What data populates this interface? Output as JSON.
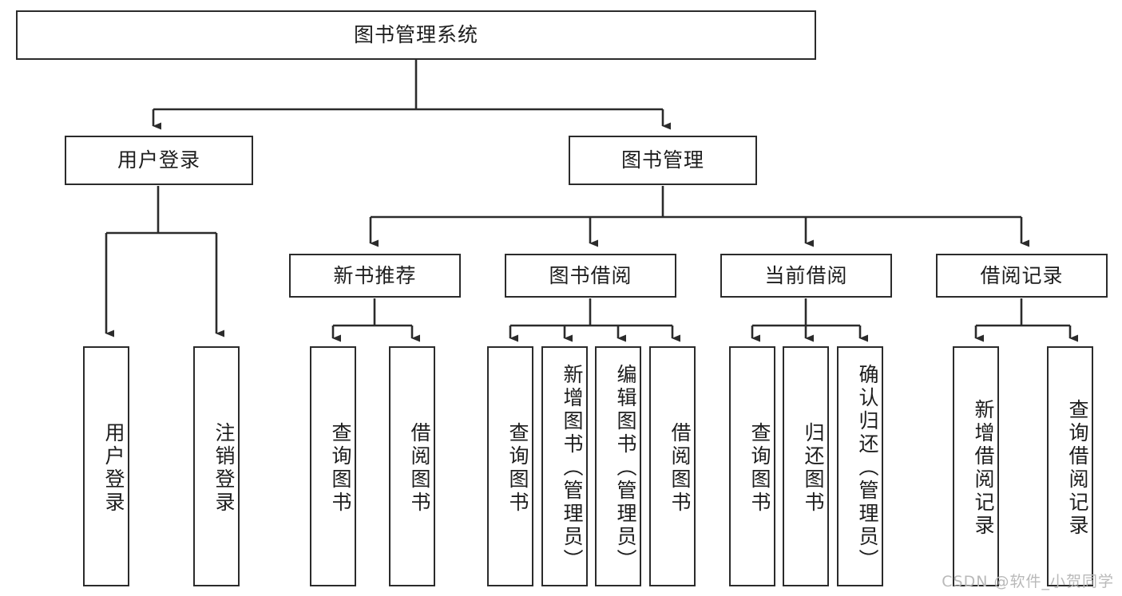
{
  "diagram": {
    "title": "图书管理系统",
    "type": "tree-hierarchy-chart",
    "watermark": "CSDN @软件_小贺同学",
    "colors": {
      "box_border": "#2b2b2b",
      "box_fill": "#ffffff",
      "connector": "#2b2b2b",
      "text": "#1d1d1d",
      "watermark": "#b9b9b9"
    }
  },
  "root": {
    "label": "图书管理系统"
  },
  "level1": [
    {
      "label": "用户登录"
    },
    {
      "label": "图书管理"
    }
  ],
  "level2": [
    {
      "label": "新书推荐"
    },
    {
      "label": "图书借阅"
    },
    {
      "label": "当前借阅"
    },
    {
      "label": "借阅记录"
    }
  ],
  "leaves": {
    "user_login": [
      {
        "label": "用户登录"
      },
      {
        "label": "注销登录"
      }
    ],
    "new_book_recommend": [
      {
        "label": "查询图书"
      },
      {
        "label": "借阅图书"
      }
    ],
    "book_borrow": [
      {
        "label": "查询图书"
      },
      {
        "label": "新增图书（管理员）"
      },
      {
        "label": "编辑图书（管理员）"
      },
      {
        "label": "借阅图书"
      }
    ],
    "current_borrow": [
      {
        "label": "查询图书"
      },
      {
        "label": "归还图书"
      },
      {
        "label": "确认归还（管理员）"
      }
    ],
    "borrow_records": [
      {
        "label": "新增借阅记录"
      },
      {
        "label": "查询借阅记录"
      }
    ]
  }
}
